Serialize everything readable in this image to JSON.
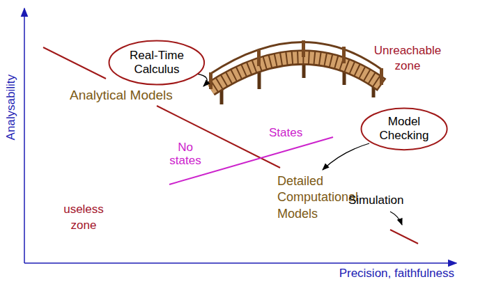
{
  "diagram": {
    "nodes": [
      {
        "text": [
          "Real-Time Calculus"
        ]
      },
      {
        "text": [
          "Model Checking"
        ]
      }
    ],
    "labels": [
      "Analysability",
      "Precision, faithfulness",
      "Analytical Models",
      "No states",
      "States",
      "Detailed Computational Models",
      "useless zone",
      "Unreachable zone",
      "Simulation"
    ]
  }
}
